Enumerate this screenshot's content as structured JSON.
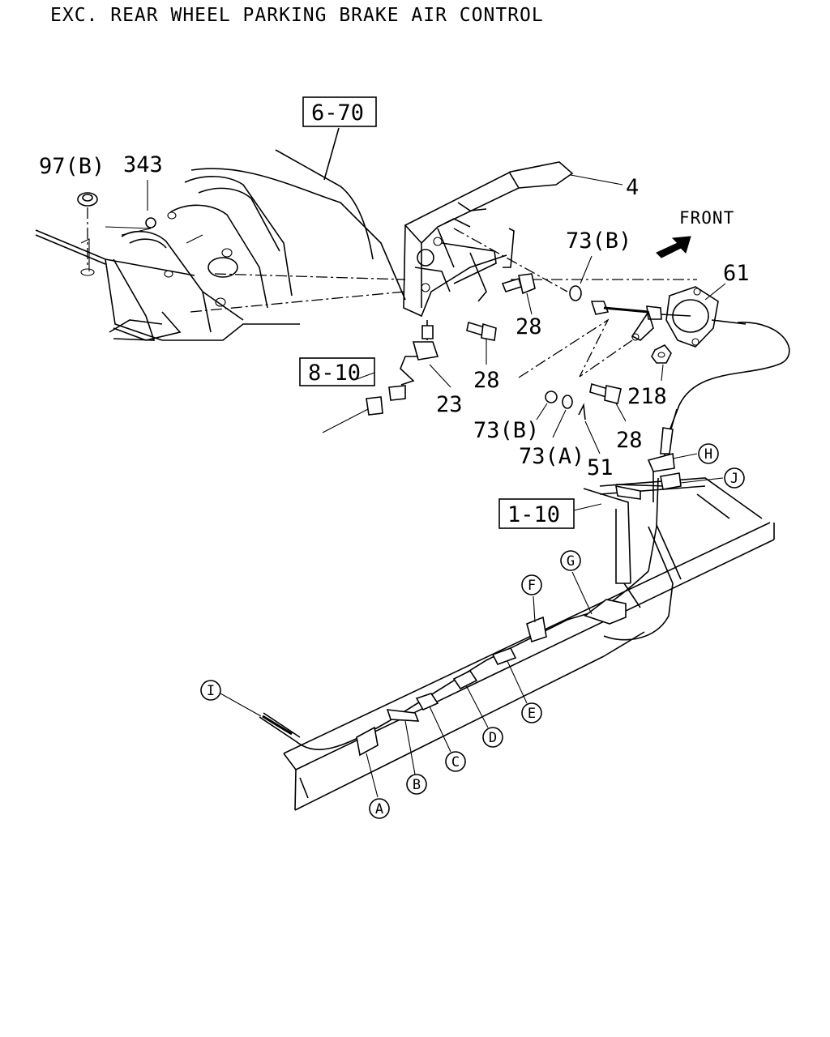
{
  "title": "EXC. REAR WHEEL PARKING BRAKE AIR CONTROL",
  "front_label": "FRONT",
  "icons": {
    "front_arrow": "arrow-up-right-icon"
  },
  "reference_boxes": [
    {
      "id": "ref-6-70",
      "text": "6-70"
    },
    {
      "id": "ref-8-10",
      "text": "8-10"
    },
    {
      "id": "ref-1-10",
      "text": "1-10"
    }
  ],
  "part_labels": [
    {
      "id": "97b",
      "text": "97(B)"
    },
    {
      "id": "343",
      "text": "343"
    },
    {
      "id": "4",
      "text": "4"
    },
    {
      "id": "73b-top",
      "text": "73(B)"
    },
    {
      "id": "61",
      "text": "61"
    },
    {
      "id": "28-a",
      "text": "28"
    },
    {
      "id": "28-b",
      "text": "28"
    },
    {
      "id": "218",
      "text": "218"
    },
    {
      "id": "23",
      "text": "23"
    },
    {
      "id": "28-c",
      "text": "28"
    },
    {
      "id": "73b-bottom",
      "text": "73(B)"
    },
    {
      "id": "73a",
      "text": "73(A)"
    },
    {
      "id": "51",
      "text": "51"
    }
  ],
  "clip_callouts": [
    {
      "id": "A",
      "text": "A"
    },
    {
      "id": "B",
      "text": "B"
    },
    {
      "id": "C",
      "text": "C"
    },
    {
      "id": "D",
      "text": "D"
    },
    {
      "id": "E",
      "text": "E"
    },
    {
      "id": "F",
      "text": "F"
    },
    {
      "id": "G",
      "text": "G"
    },
    {
      "id": "H",
      "text": "H"
    },
    {
      "id": "I",
      "text": "I"
    },
    {
      "id": "J",
      "text": "J"
    }
  ]
}
